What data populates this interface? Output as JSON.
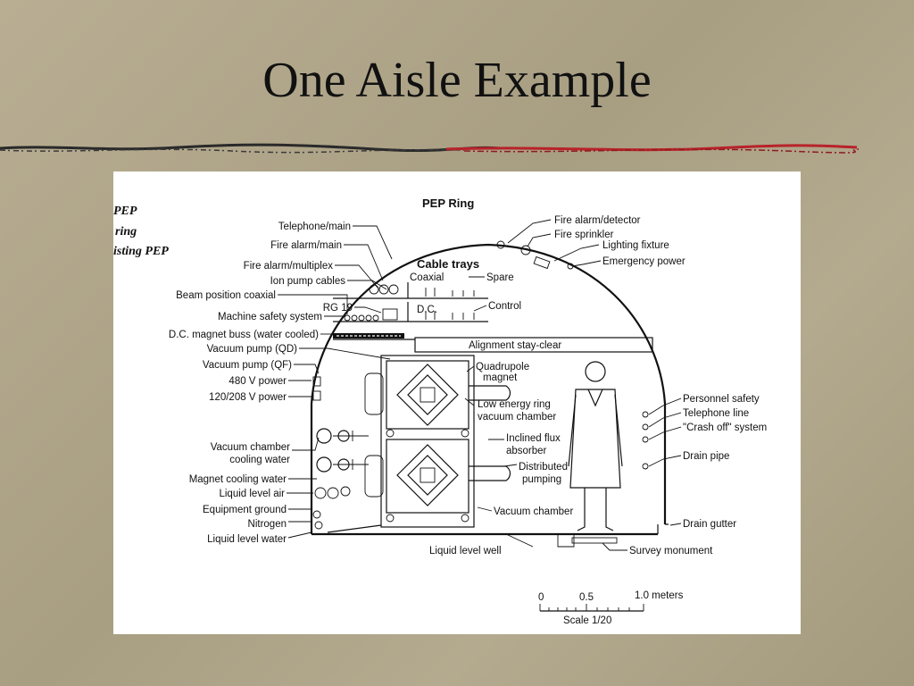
{
  "slide": {
    "title": "One Aisle Example"
  },
  "figure": {
    "title": "PEP Ring",
    "corner_text": [
      "PEP",
      "ring",
      "isting PEP"
    ],
    "labels_left": [
      "Telephone/main",
      "Fire alarm/main",
      "Fire alarm/multiplex",
      "Ion pump cables",
      "Beam position coaxial",
      "RG 19",
      "Machine safety system",
      "D.C. magnet buss (water cooled)",
      "Vacuum pump (QD)",
      "Vacuum pump (QF)",
      "480 V power",
      "120/208 V power",
      "Vacuum chamber",
      "cooling water",
      "Magnet cooling water",
      "Liquid level air",
      "Equipment ground",
      "Nitrogen",
      "Liquid level water"
    ],
    "labels_inner": {
      "cable_trays": "Cable trays",
      "coaxial": "Coaxial",
      "spare": "Spare",
      "dc": "D.C.",
      "control": "Control",
      "alignment": "Alignment stay-clear",
      "quadrupole_1": "Quadrupole",
      "quadrupole_2": "magnet",
      "low_energy_1": "Low energy ring",
      "low_energy_2": "vacuum chamber",
      "inclined_1": "Inclined flux",
      "inclined_2": "absorber",
      "distributed_1": "Distributed",
      "distributed_2": "pumping",
      "vacuum_chamber": "Vacuum chamber",
      "liquid_level_well": "Liquid level well",
      "survey_monument": "Survey monument"
    },
    "labels_right": [
      "Fire alarm/detector",
      "Fire sprinkler",
      "Lighting fixture",
      "Emergency power",
      "Personnel safety",
      "Telephone line",
      "\"Crash off\" system",
      "Drain pipe",
      "Drain gutter"
    ],
    "scale": {
      "tick_0": "0",
      "tick_mid": "0.5",
      "tick_end": "1.0 meters",
      "caption": "Scale 1/20"
    }
  }
}
